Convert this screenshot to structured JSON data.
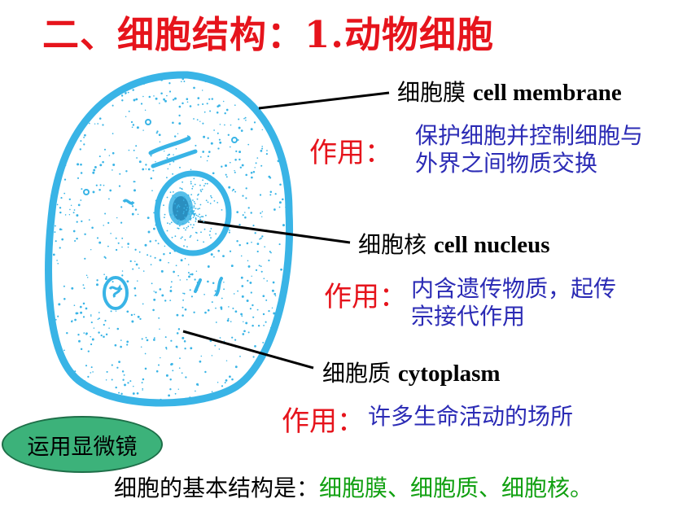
{
  "title": "二、细胞结构：1.动物细胞",
  "membrane": {
    "label_cn": "细胞膜",
    "label_en": "cell  membrane",
    "func_label": "作用：",
    "desc_line1": "保护细胞并控制细胞与",
    "desc_line2": "外界之间物质交换"
  },
  "nucleus": {
    "label_cn": "细胞核",
    "label_en": "cell  nucleus",
    "func_label": "作用：",
    "desc_line1": "内含遗传物质，起传",
    "desc_line2": "宗接代作用"
  },
  "cytoplasm": {
    "label_cn": "细胞质",
    "label_en": "cytoplasm",
    "func_label": "作用：",
    "desc_line1": "许多生命活动的场所"
  },
  "microscope_button": "运用显微镜",
  "summary": {
    "prefix": "细胞的基本结构是：",
    "answer": "细胞膜、细胞质、细胞核。"
  },
  "colors": {
    "title": "#e6141c",
    "cell_outline": "#39b4e6",
    "description": "#2b2bb5",
    "button_fill": "#3cb27a",
    "answer": "#11a011"
  }
}
